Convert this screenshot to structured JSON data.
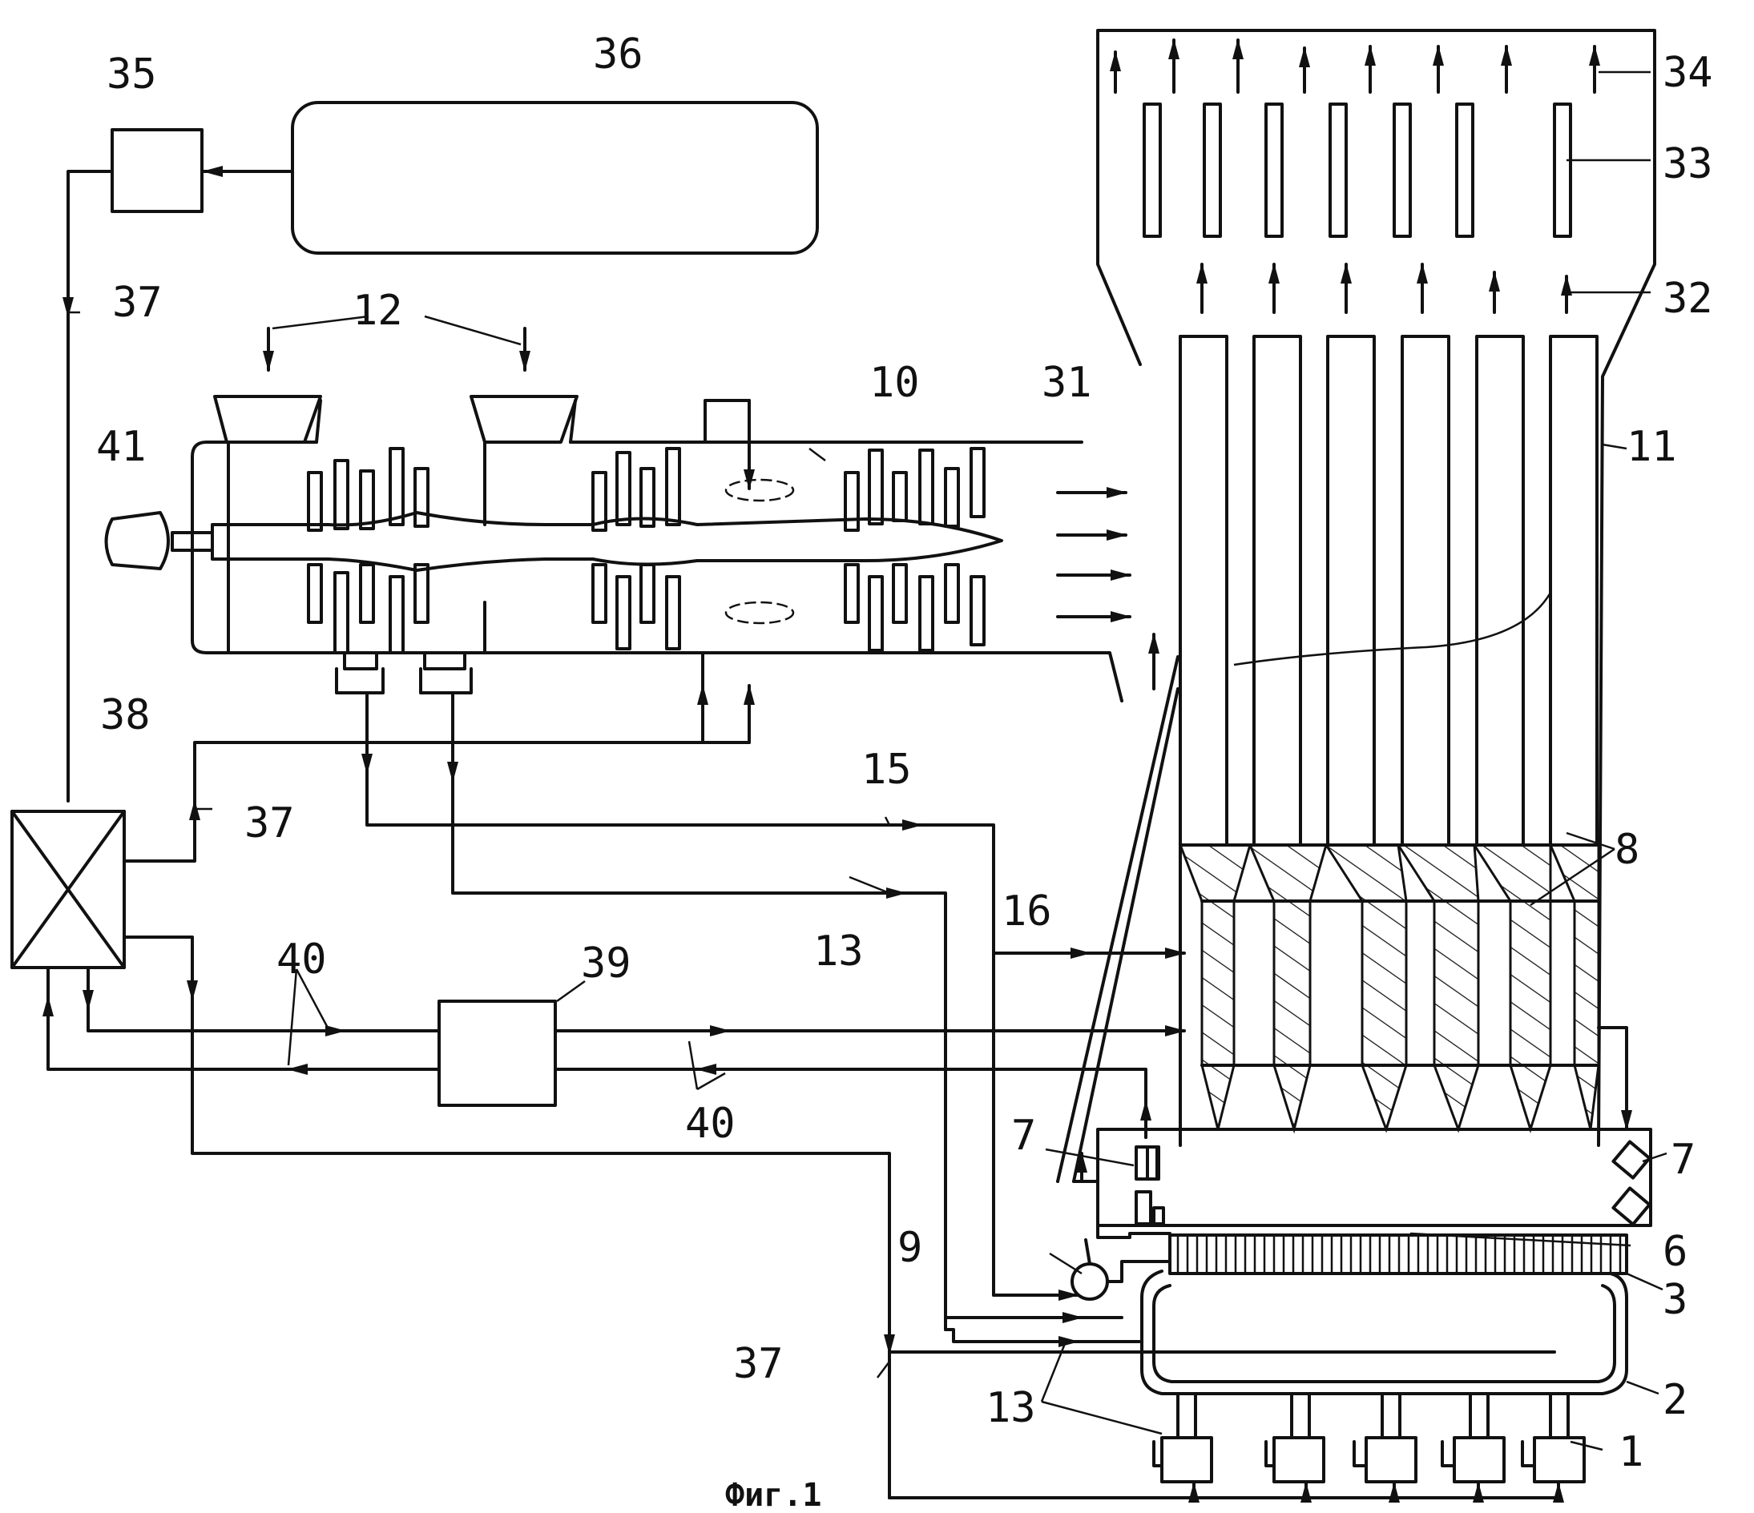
{
  "caption": "Фиг.1",
  "labels": {
    "l1": "1",
    "l2": "2",
    "l3": "3",
    "l6": "6",
    "l7a": "7",
    "l7b": "7",
    "l8": "8",
    "l9": "9",
    "l10": "10",
    "l11": "11",
    "l12": "12",
    "l13a": "13",
    "l13b": "13",
    "l15": "15",
    "l16": "16",
    "l31": "31",
    "l32": "32",
    "l33": "33",
    "l34": "34",
    "l35": "35",
    "l36": "36",
    "l37a": "37",
    "l37b": "37",
    "l37c": "37",
    "l38": "38",
    "l39": "39",
    "l40a": "40",
    "l40b": "40",
    "l41": "41"
  }
}
